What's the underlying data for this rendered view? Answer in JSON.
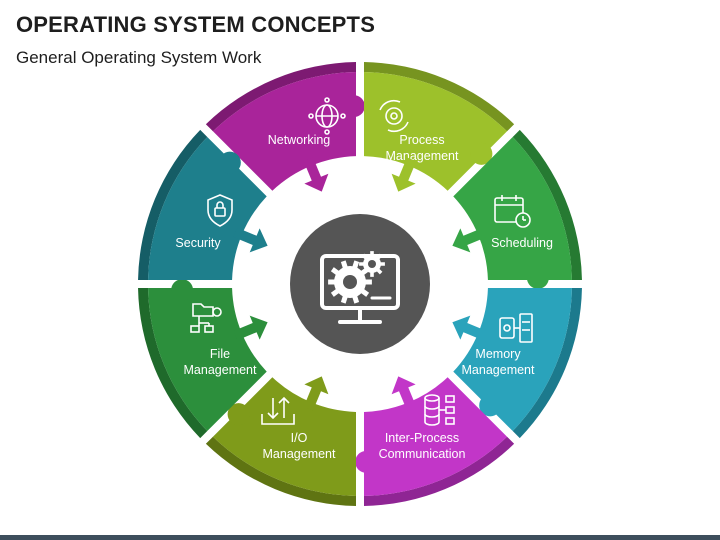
{
  "title": "OPERATING SYSTEM CONCEPTS",
  "subtitle": "General Operating System Work",
  "center": {
    "icon": "computer-gears-icon",
    "color": "#555555"
  },
  "segments": [
    {
      "id": "networking",
      "lines": [
        "Networking"
      ],
      "color": "#a9249a",
      "dark": "#7d1a72",
      "icon": "globe-network-icon"
    },
    {
      "id": "process-management",
      "lines": [
        "Process",
        "Management"
      ],
      "color": "#9dc12b",
      "dark": "#779420",
      "icon": "gear-cycle-icon"
    },
    {
      "id": "scheduling",
      "lines": [
        "Scheduling"
      ],
      "color": "#36a546",
      "dark": "#267a32",
      "icon": "calendar-clock-icon"
    },
    {
      "id": "memory-management",
      "lines": [
        "Memory",
        "Management"
      ],
      "color": "#2aa3bb",
      "dark": "#1c7a8d",
      "icon": "memory-chip-icon"
    },
    {
      "id": "inter-process-communication",
      "lines": [
        "Inter-Process",
        "Communication"
      ],
      "color": "#c236c8",
      "dark": "#8f2594",
      "icon": "database-network-icon"
    },
    {
      "id": "io-management",
      "lines": [
        "I/O",
        "Management"
      ],
      "color": "#7f9b1a",
      "dark": "#5f7412",
      "icon": "upload-download-icon"
    },
    {
      "id": "file-management",
      "lines": [
        "File",
        "Management"
      ],
      "color": "#2c8f3c",
      "dark": "#1f6a2b",
      "icon": "folder-structure-icon"
    },
    {
      "id": "security",
      "lines": [
        "Security"
      ],
      "color": "#1e7f8c",
      "dark": "#155d66",
      "icon": "shield-lock-icon"
    }
  ]
}
